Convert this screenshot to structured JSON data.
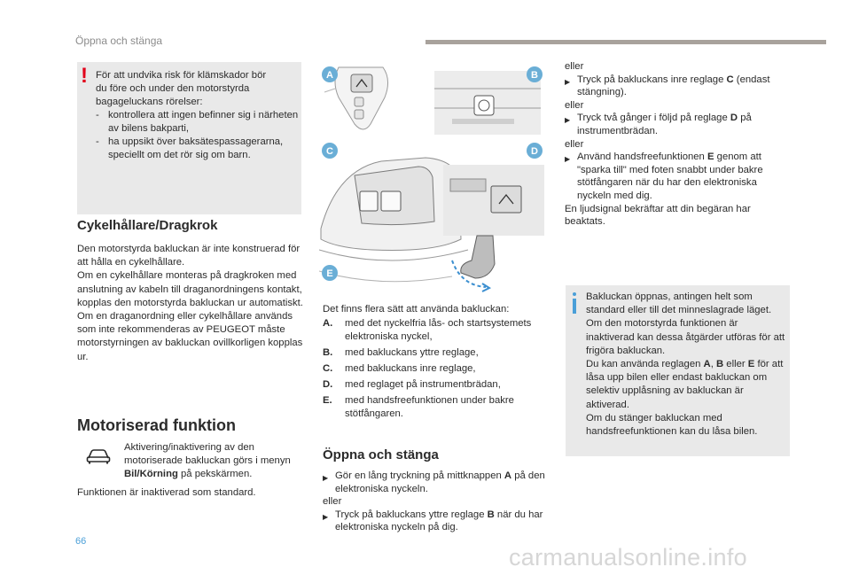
{
  "header": {
    "title": "Öppna och stänga"
  },
  "warning": {
    "lines": [
      "För att undvika risk för klämskador bör",
      "du före och under den motorstyrda",
      "bagageluckans rörelser:"
    ],
    "items": [
      "kontrollera att ingen befinner sig i närheten av bilens bakparti,",
      "ha uppsikt över baksätespassagerarna, speciellt om det rör sig om barn."
    ]
  },
  "cycle": {
    "heading": "Cykelhållare/Dragkrok",
    "paragraphs": [
      "Den motorstyrda bakluckan är inte konstruerad för att hålla en cykelhållare.",
      "Om en cykelhållare monteras på dragkroken med anslutning av kabeln till draganordningens kontakt, kopplas den motorstyrda bakluckan ur automatiskt.",
      "Om en draganordning eller cykelhållare används som inte rekommenderas av PEUGEOT måste motorstyrningen av bakluckan ovillkorligen kopplas ur."
    ]
  },
  "motor": {
    "heading": "Motoriserad funktion",
    "text_before": "Aktivering/inaktivering av den motoriserade bakluckan görs i menyn ",
    "menu": "Bil/Körning",
    "text_after": " på pekskärmen.",
    "default_text": "Funktionen är inaktiverad som standard."
  },
  "illustration": {
    "labels": [
      "A",
      "B",
      "C",
      "D",
      "E"
    ]
  },
  "ways": {
    "intro": "Det finns flera sätt att använda bakluckan:",
    "items": [
      {
        "key": "A.",
        "text": "med det nyckelfria lås- och startsystemets elektroniska nyckel,"
      },
      {
        "key": "B.",
        "text": "med bakluckans yttre reglage,"
      },
      {
        "key": "C.",
        "text": "med bakluckans inre reglage,"
      },
      {
        "key": "D.",
        "text": "med reglaget på instrumentbrädan,"
      },
      {
        "key": "E.",
        "text": "med handsfreefunktionen under bakre stötfångaren."
      }
    ]
  },
  "open": {
    "heading": "Öppna och stänga",
    "bullet_symbol": "▶",
    "or_word": "eller",
    "item1": {
      "pre": "Gör en lång tryckning på mittknappen ",
      "key": "A",
      "post": " på den elektroniska nyckeln."
    },
    "item2": {
      "pre": "Tryck på bakluckans yttre reglage ",
      "key": "B",
      "post": " när du har elektroniska nyckeln på dig."
    }
  },
  "right": {
    "item3": {
      "pre": "Tryck på bakluckans inre reglage ",
      "key": "C",
      "post": " (endast stängning)."
    },
    "item4": {
      "pre": "Tryck två gånger i följd på reglage ",
      "key": "D",
      "post": " på instrumentbrädan."
    },
    "item5": {
      "pre": "Använd handsfreefunktionen ",
      "key": "E",
      "post": " genom att \"sparka till\" med foten snabbt under bakre stötfångaren när du har den elektroniska nyckeln med dig."
    },
    "signal": "En ljudsignal bekräftar att din begäran har beaktats."
  },
  "info": {
    "p1": "Bakluckan öppnas, antingen helt som standard eller till det minneslagrade läget.",
    "p2": "Om den motorstyrda funktionen är inaktiverad kan dessa åtgärder utföras för att frigöra bakluckan.",
    "p3_pre": "Du kan använda reglagen ",
    "p3_a": "A",
    "p3_sep1": ", ",
    "p3_b": "B",
    "p3_sep2": " eller ",
    "p3_e": "E",
    "p3_post": " för att låsa upp bilen eller endast bakluckan om selektiv upplåsning av bakluckan är aktiverad.",
    "p4": "Om du stänger bakluckan med handsfreefunktionen kan du låsa bilen."
  },
  "footer": {
    "page": "66",
    "watermark": "carmanualsonline.info"
  },
  "colors": {
    "warning": "#e2001a",
    "info": "#4a9fd8",
    "label": "#6aaed6",
    "rule": "#a8a29c",
    "box": "#e9e9e9"
  }
}
